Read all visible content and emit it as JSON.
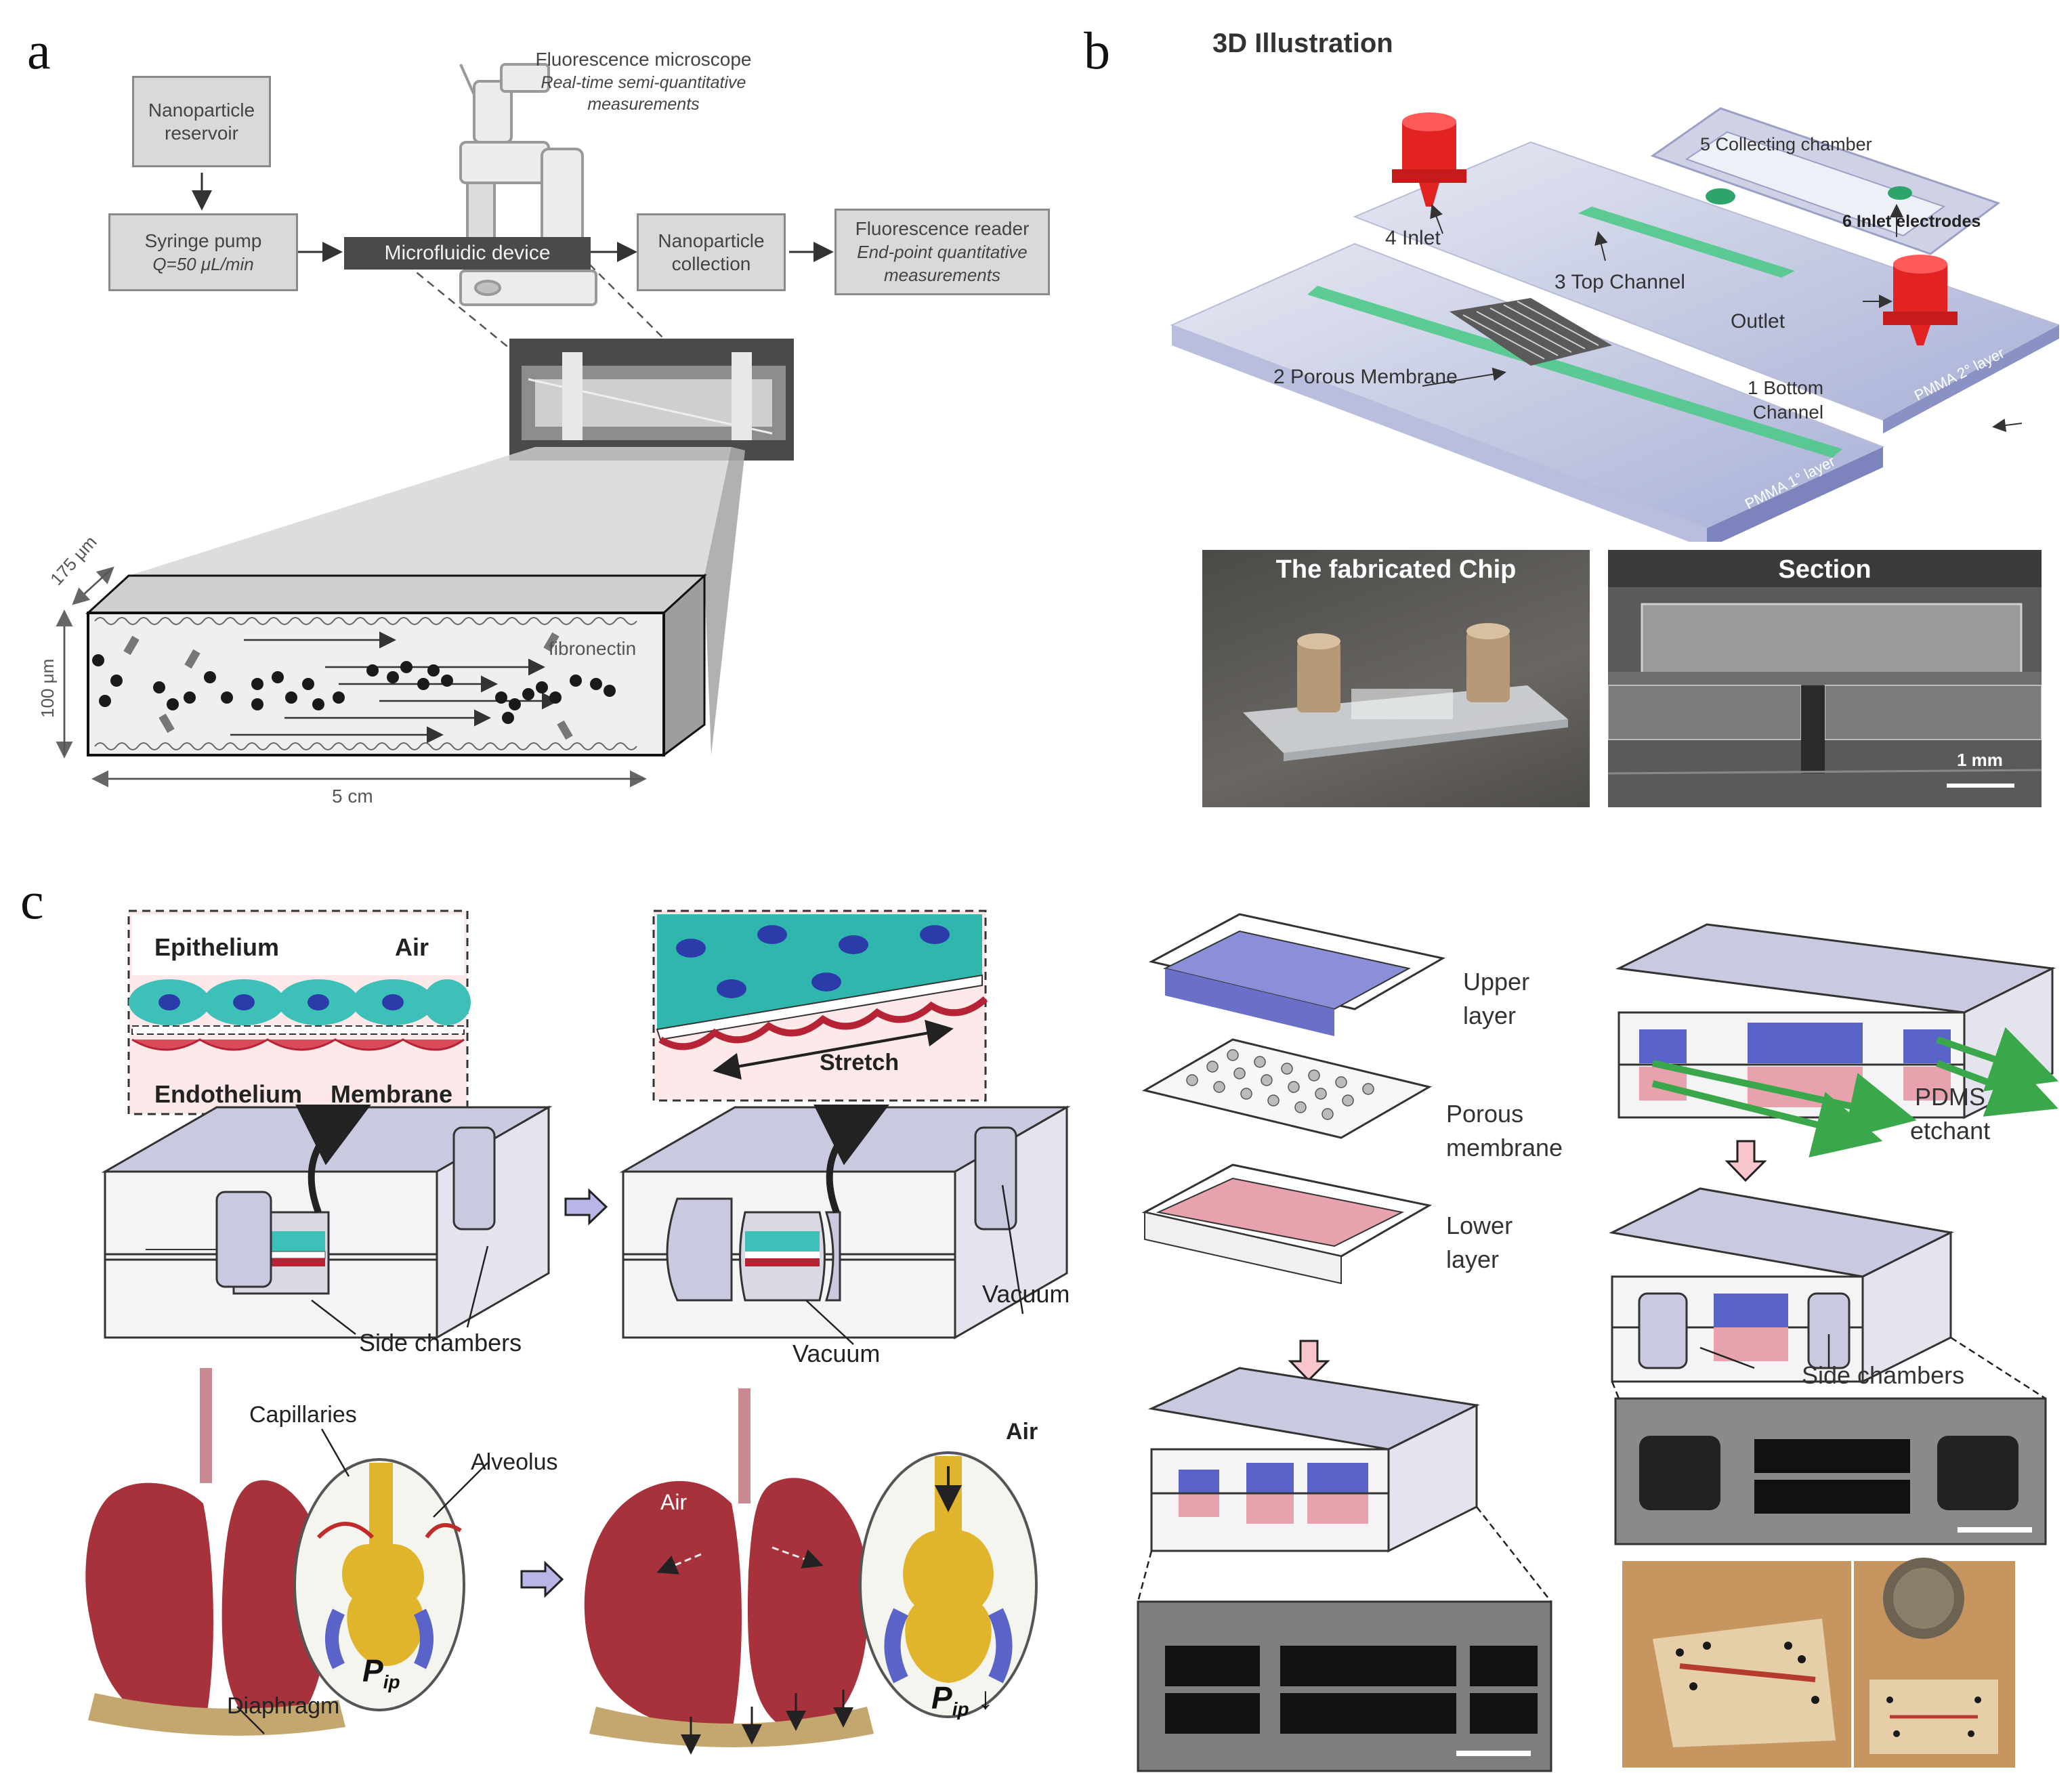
{
  "panels": {
    "a": {
      "letter": "a",
      "boxes": {
        "reservoir": "Nanoparticle\nreservoir",
        "syringe_title": "Syringe pump",
        "syringe_sub": "Q=50 μL/min",
        "device": "Microfluidic device",
        "collection": "Nanoparticle\ncollection",
        "reader_title": "Fluorescence reader",
        "reader_sub": "End-point quantitative\nmeasurements"
      },
      "microscope_title": "Fluorescence microscope",
      "microscope_sub": "Real-time semi-quantitative\nmeasurements",
      "fibronectin": "fibronectin",
      "dim_width": "175 μm",
      "dim_height": "100 μm",
      "dim_length": "5 cm"
    },
    "b": {
      "letter": "b",
      "title": "3D Illustration",
      "labels": {
        "collecting": "5 Collecting chamber",
        "inlet_electrodes": "6 Inlet electrodes",
        "inlet": "4 Inlet",
        "top_channel": "3 Top Channel",
        "outlet": "Outlet",
        "porous": "2 Porous Membrane",
        "bottom": "1 Bottom\nChannel",
        "layer2": "PMMA 2° layer",
        "layer1": "PMMA 1° layer"
      },
      "photo_chip": "The fabricated Chip",
      "photo_section": "Section",
      "scale": "1 mm"
    },
    "c": {
      "letter": "c",
      "epithelium": "Epithelium",
      "air": "Air",
      "endothelium": "Endothelium",
      "membrane": "Membrane",
      "stretch": "Stretch",
      "side_chambers": "Side chambers",
      "vacuum_1": "Vacuum",
      "vacuum_2": "Vacuum",
      "capillaries": "Capillaries",
      "alveolus": "Alveolus",
      "diaphragm": "Diaphragm",
      "pip": "P",
      "pip_sub": "ip",
      "air_lung": "Air",
      "air_circle": "Air",
      "upper_layer": "Upper\nlayer",
      "porous_membrane": "Porous\nmembrane",
      "lower_layer": "Lower\nlayer",
      "pdms": "PDMS\netchant",
      "side_chambers_2": "Side chambers"
    }
  },
  "colors": {
    "red": "#e32222",
    "green": "#4dc884",
    "blue_chamber": "#5a63c8",
    "pink_chamber": "#e8a2ad",
    "lung": "#a8323c",
    "alveolus": "#e0b52c",
    "teal_cells": "#3cc0b8"
  }
}
